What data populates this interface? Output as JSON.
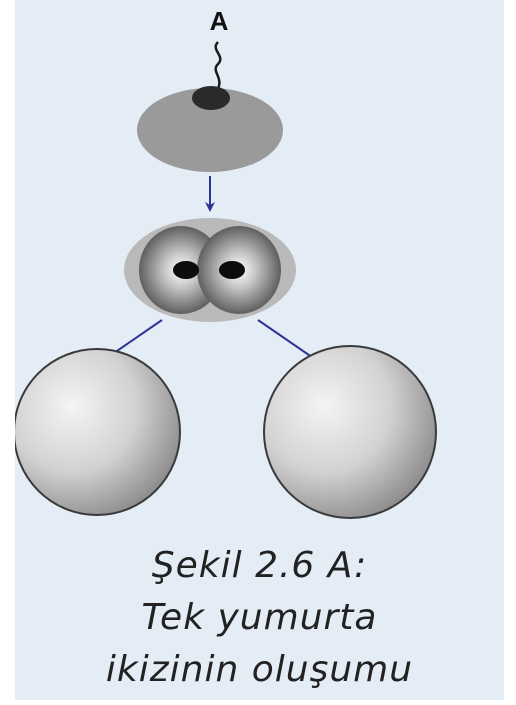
{
  "figure": {
    "label": "A",
    "caption": {
      "line1": "Şekil 2.6 A:",
      "line2": "Tek yumurta",
      "line3": "ikizinin oluşumu"
    },
    "colors": {
      "background": "#e4ecf6",
      "arrow": "#2c3596",
      "cell": "#9a9a9a",
      "nucleus": "#2a2a2a"
    }
  }
}
